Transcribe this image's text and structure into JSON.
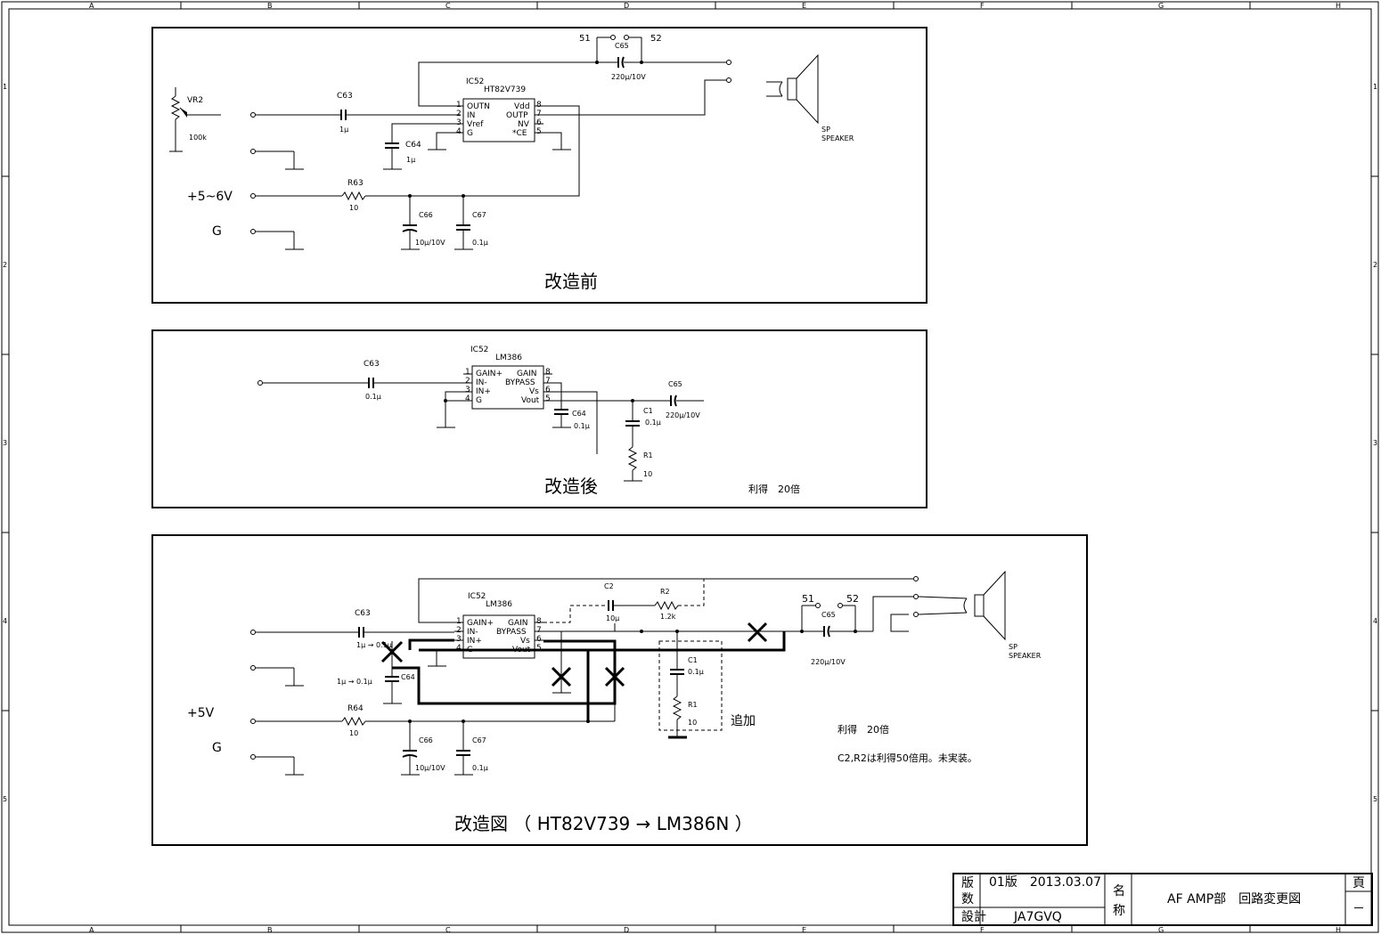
{
  "border": {
    "cols": [
      "A",
      "B",
      "C",
      "D",
      "E",
      "F",
      "G",
      "H"
    ],
    "rows": [
      "1",
      "2",
      "3",
      "4",
      "5"
    ]
  },
  "before": {
    "title": "改造前",
    "ic_ref": "IC52",
    "ic_part": "HT82V739",
    "pins_left": [
      "OUTN",
      "IN",
      "Vref",
      "G"
    ],
    "pins_left_num": [
      "1",
      "2",
      "3",
      "4"
    ],
    "pins_right": [
      "Vdd",
      "OUTP",
      "NV",
      "*CE"
    ],
    "pins_right_num": [
      "8",
      "7",
      "6",
      "5"
    ],
    "vr_ref": "VR2",
    "vr_val": "100k",
    "c63_ref": "C63",
    "c63_val": "1μ",
    "c64_ref": "C64",
    "c64_val": "1μ",
    "c65_ref": "C65",
    "c65_val": "220μ/10V",
    "c66_ref": "C66",
    "c66_val": "10μ/10V",
    "c67_ref": "C67",
    "c67_val": "0.1μ",
    "r63_ref": "R63",
    "r63_val": "10",
    "supply": "+5~6V",
    "gnd": "G",
    "term51": "51",
    "term52": "52",
    "sp1": "SP",
    "sp2": "SPEAKER"
  },
  "after": {
    "title": "改造後",
    "ic_ref": "IC52",
    "ic_part": "LM386",
    "pins_left": [
      "GAIN+",
      "IN-",
      "IN+",
      "G"
    ],
    "pins_left_num": [
      "1",
      "2",
      "3",
      "4"
    ],
    "pins_right": [
      "GAIN",
      "BYPASS",
      "Vs",
      "Vout"
    ],
    "pins_right_num": [
      "8",
      "7",
      "6",
      "5"
    ],
    "c63_ref": "C63",
    "c63_val": "0.1μ",
    "c64_ref": "C64",
    "c64_val": "0.1μ",
    "c65_ref": "C65",
    "c65_val": "220μ/10V",
    "c1_ref": "C1",
    "c1_val": "0.1μ",
    "r1_ref": "R1",
    "r1_val": "10",
    "gain_note": "利得　20倍"
  },
  "mod": {
    "title": "改造図 （ HT82V739 → LM386N ）",
    "ic_ref": "IC52",
    "ic_part": "LM386",
    "pins_left": [
      "GAIN+",
      "IN-",
      "IN+",
      "G"
    ],
    "pins_left_num": [
      "1",
      "2",
      "3",
      "4"
    ],
    "pins_right": [
      "GAIN",
      "BYPASS",
      "Vs",
      "Vout"
    ],
    "pins_right_num": [
      "8",
      "7",
      "6",
      "5"
    ],
    "c2_ref": "C2",
    "c2_val": "10μ",
    "r2_ref": "R2",
    "r2_val": "1.2k",
    "c63_ref": "C63",
    "c63_val": "1μ → 0.1μ",
    "c64_ref": "C64",
    "c64_change": "1μ → 0.1μ",
    "c65_ref": "C65",
    "c65_val": "220μ/10V",
    "c66_ref": "C66",
    "c66_val": "10μ/10V",
    "c67_ref": "C67",
    "c67_val": "0.1μ",
    "r64_ref": "R64",
    "r64_val": "10",
    "c1_ref": "C1",
    "c1_val": "0.1μ",
    "r1_ref": "R1",
    "r1_val": "10",
    "added": "追加",
    "supply": "+5V",
    "gnd": "G",
    "term51": "51",
    "term52": "52",
    "sp1": "SP",
    "sp2": "SPEAKER",
    "gain_note": "利得　20倍",
    "c2r2_note": "C2,R2は利得50倍用。未実装。"
  },
  "title_block": {
    "version_label_1": "版",
    "version_label_2": "数",
    "version": "01版　2013.03.07",
    "design_label": "設計",
    "designer": "JA7GVQ",
    "name_label_1": "名",
    "name_label_2": "称",
    "name": "AF AMP部　回路変更図",
    "page_label": "頁",
    "page": "－"
  }
}
